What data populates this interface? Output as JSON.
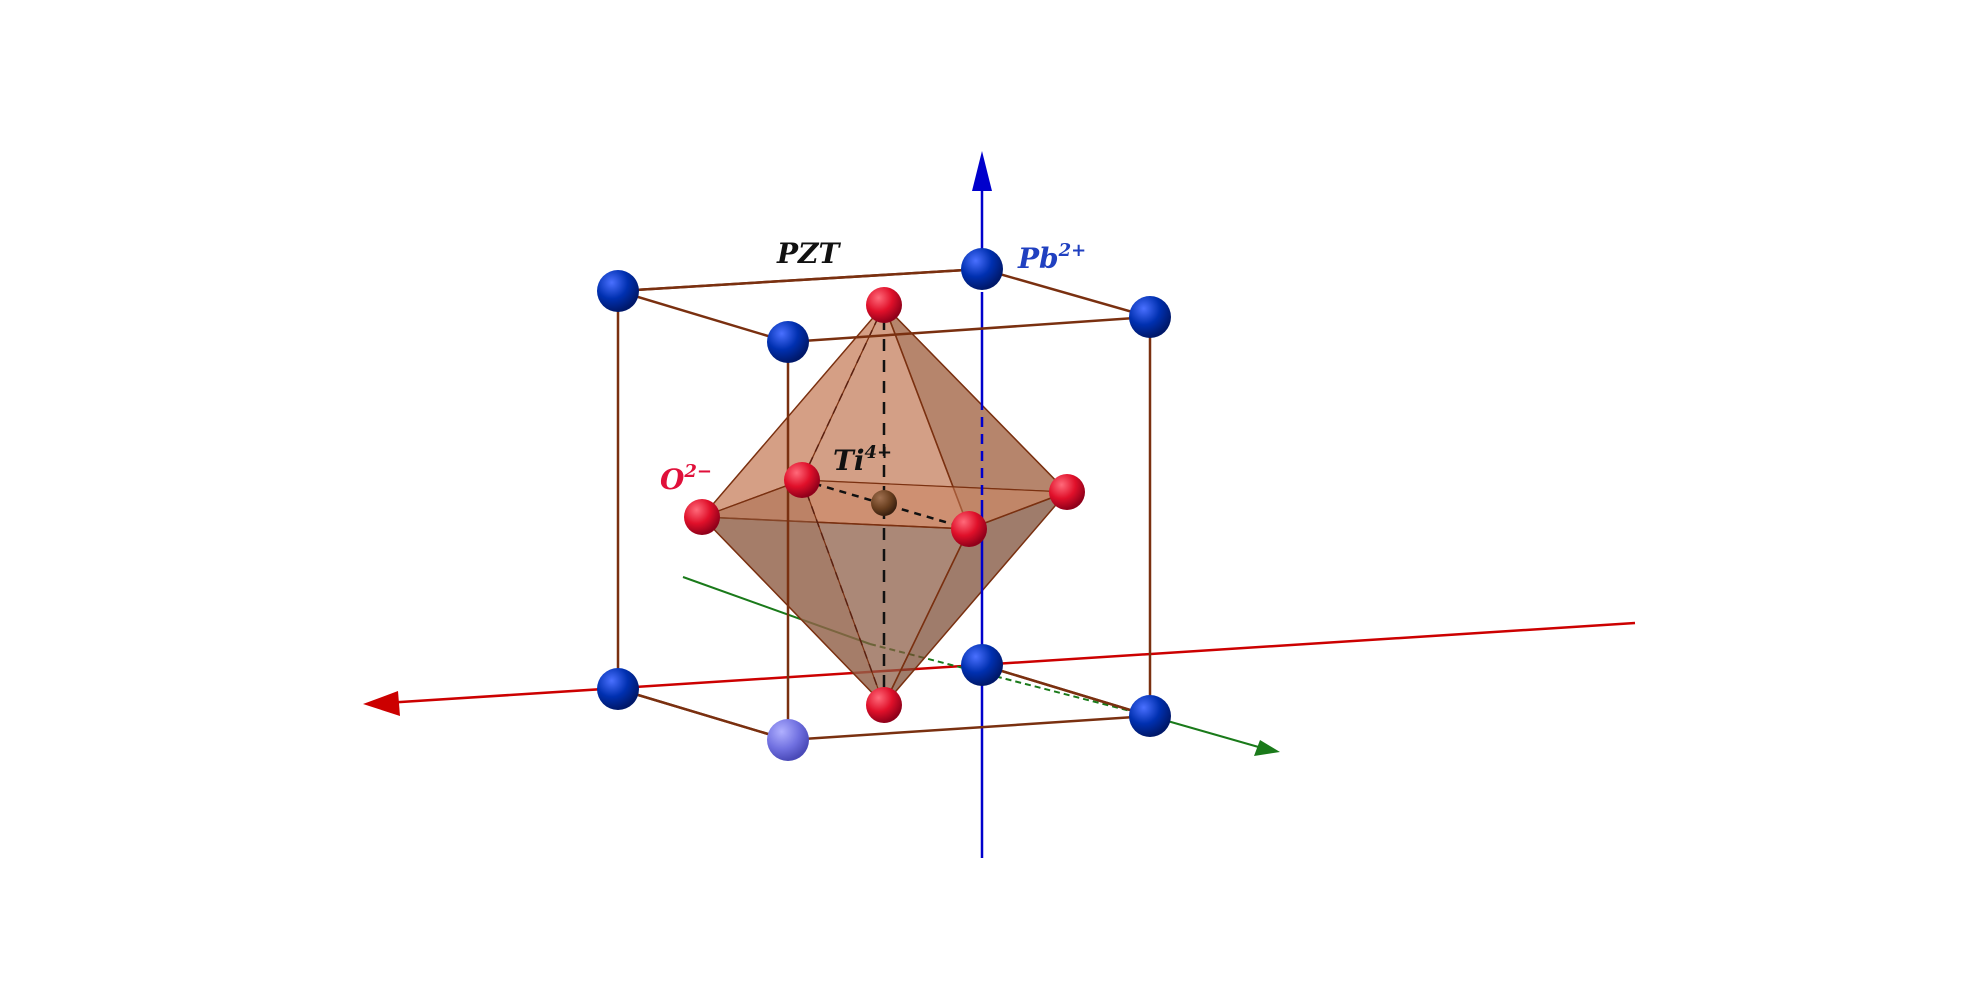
{
  "labels": {
    "title": "PZT",
    "pb_base": "Pb",
    "pb_charge": "2+",
    "o_base": "O",
    "o_charge": "2−",
    "ti_base": "Ti",
    "ti_charge": "4+"
  },
  "colors": {
    "background": "#ffffff",
    "x_axis": "#cc0000",
    "y_axis": "#1a7a1a",
    "z_axis": "#0000cc",
    "cube_edge": "#7a3010",
    "pb_ion": "#0030b0",
    "pb_ion_light": "#7070e0",
    "o_ion": "#e0102a",
    "ti_ion": "#6a4020",
    "octahedron_fill": "#b8704a",
    "pb_label": "#2040c0",
    "o_label": "#e0103a",
    "ti_label": "#111111",
    "title_label": "#111111"
  },
  "diagram": {
    "pb_ion_count": 8,
    "o_ion_count": 6,
    "ti_ion_count": 1
  }
}
